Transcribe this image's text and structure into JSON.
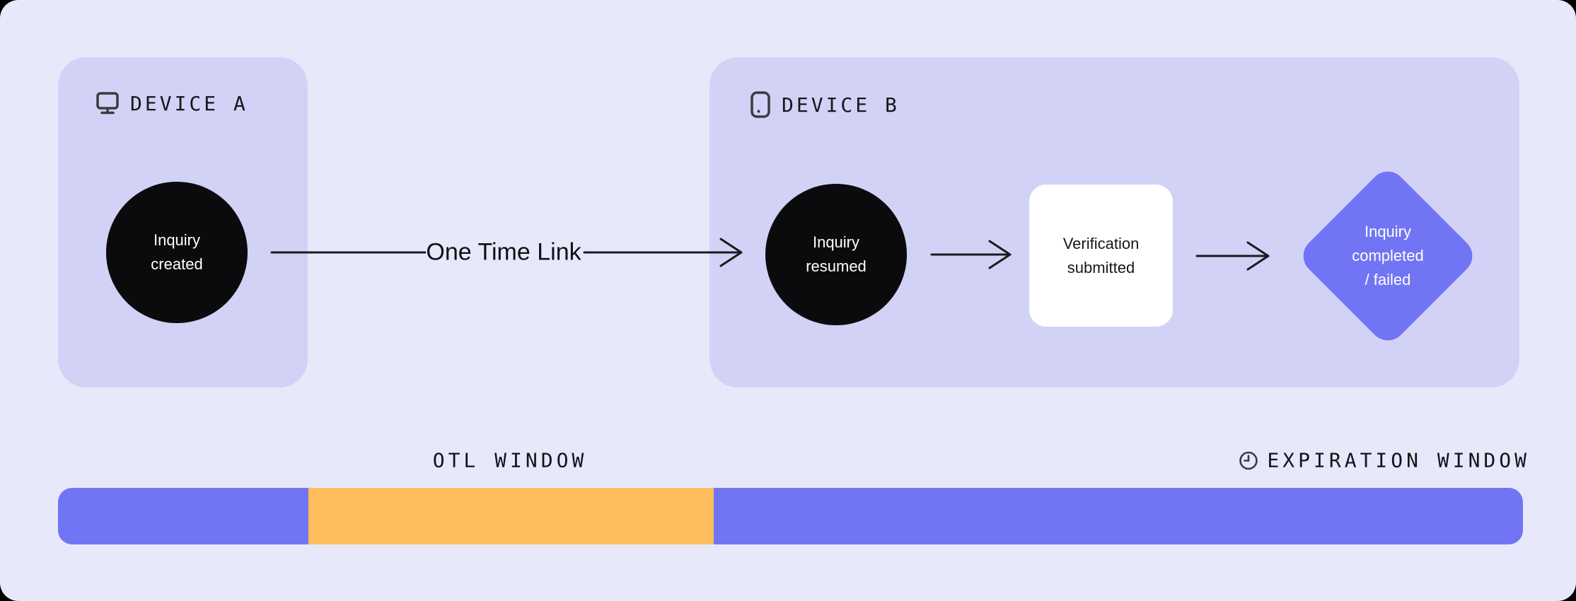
{
  "colors": {
    "page_outside": "#000000",
    "canvas_bg": "#E8E8FB",
    "panel_bg": "#D2D2F7",
    "node_black": "#0B0B0D",
    "node_white": "#FFFFFF",
    "accent_purple": "#7175F4",
    "accent_orange": "#FFBD5E",
    "text_dark": "#17171A",
    "icon_gray": "#3B3B40",
    "arrow_color": "#1A1A1E"
  },
  "device_a": {
    "label": "DEVICE A",
    "icon": "monitor-icon",
    "node_inquiry_created": {
      "shape": "circle",
      "lines": [
        "Inquiry",
        "created"
      ]
    }
  },
  "device_b": {
    "label": "DEVICE B",
    "icon": "smartphone-icon",
    "node_inquiry_resumed": {
      "shape": "circle",
      "lines": [
        "Inquiry",
        "resumed"
      ]
    },
    "node_verification_submitted": {
      "shape": "rounded-square",
      "lines": [
        "Verification",
        "submitted"
      ]
    },
    "node_inquiry_completed": {
      "shape": "diamond",
      "lines": [
        "Inquiry",
        "completed",
        "/ failed"
      ]
    }
  },
  "flow": {
    "link_label": "One Time Link"
  },
  "timeline": {
    "otl_label": "OTL WINDOW",
    "expiration_label": "EXPIRATION WINDOW",
    "expiration_icon": "clock-icon",
    "segments": [
      {
        "name": "before-otl-window",
        "color": "#7175F4",
        "weight": "354"
      },
      {
        "name": "otl-window",
        "color": "#FFBD5E",
        "weight": "573"
      },
      {
        "name": "expiration-window",
        "color": "#7175F4",
        "weight": "1144"
      }
    ]
  }
}
